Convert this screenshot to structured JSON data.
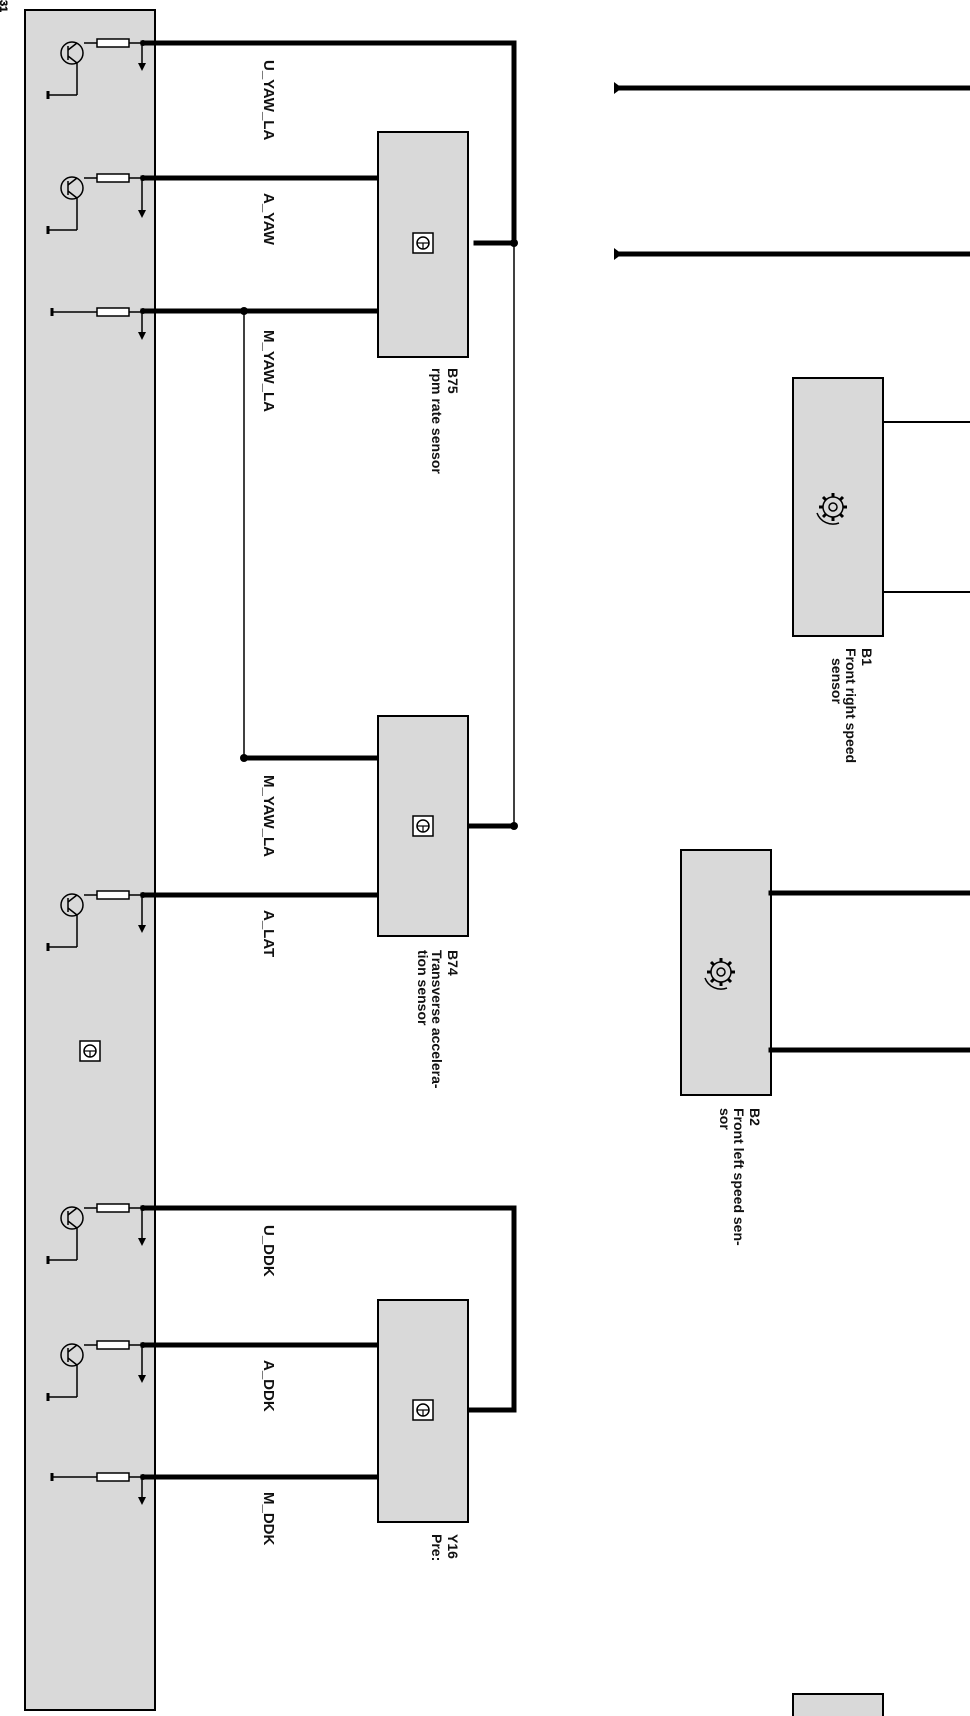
{
  "signals": {
    "u_yaw_la": "U_YAW_LA",
    "a_yaw": "A_YAW",
    "m_yaw_la_top": "M_YAW_LA",
    "m_yaw_la_mid": "M_YAW_LA",
    "a_lat": "A_LAT",
    "u_ddk": "U_DDK",
    "a_ddk": "A_DDK",
    "m_ddk": "M_DDK"
  },
  "ground_label": "31",
  "components": {
    "b75": {
      "code": "B75",
      "desc1": "rpm  rate sensor"
    },
    "b74": {
      "code": "B74",
      "desc1": "Transverse accelera-",
      "desc2": "tion sensor"
    },
    "y16": {
      "code": "Y16",
      "desc1": "Pre:"
    },
    "b1": {
      "code": "B1",
      "desc1": "Front right speed",
      "desc2": "sensor"
    },
    "b2": {
      "code": "B2",
      "desc1": "Front left speed sen-",
      "desc2": "sor"
    }
  },
  "colors": {
    "module_fill": "#d9d9d9",
    "wire": "#000000",
    "background": "#ffffff"
  }
}
